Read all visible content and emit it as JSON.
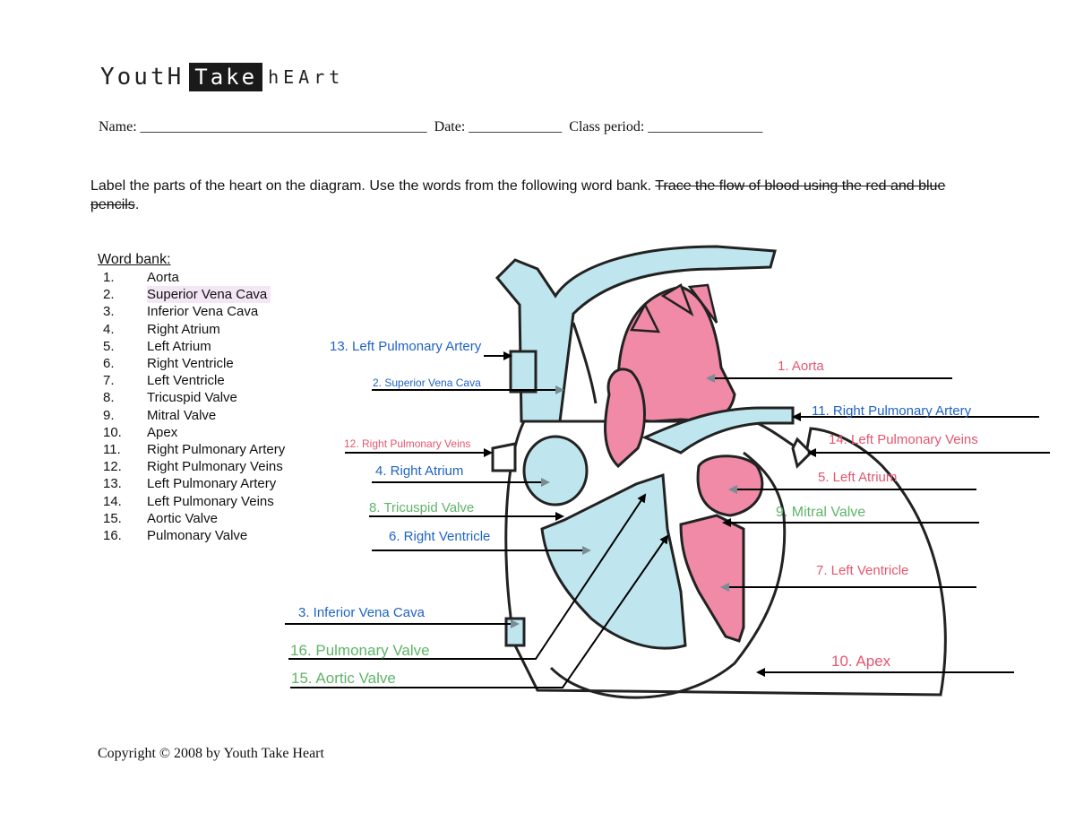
{
  "logo": {
    "youth": "YoutH",
    "take": "Take",
    "heart": "hEArt"
  },
  "name_row": "Name: ________________________________________  Date: _____________  Class period: ________________",
  "instructions": {
    "main": "Label the parts of the heart on the diagram.  Use the words from the following word bank. ",
    "struck": "Trace the flow of blood using the red and blue pencils",
    "end": "."
  },
  "word_bank": {
    "title": "Word bank:",
    "items": [
      {
        "num": "1.",
        "text": "Aorta"
      },
      {
        "num": "2.",
        "text": "Superior Vena Cava"
      },
      {
        "num": "3.",
        "text": "Inferior Vena Cava"
      },
      {
        "num": "4.",
        "text": "Right Atrium"
      },
      {
        "num": "5.",
        "text": "Left Atrium"
      },
      {
        "num": "6.",
        "text": "Right Ventricle"
      },
      {
        "num": "7.",
        "text": "Left Ventricle"
      },
      {
        "num": "8.",
        "text": "Tricuspid Valve"
      },
      {
        "num": "9.",
        "text": "Mitral Valve"
      },
      {
        "num": "10.",
        "text": "Apex"
      },
      {
        "num": "11.",
        "text": "Right Pulmonary Artery"
      },
      {
        "num": "12.",
        "text": "Right Pulmonary Veins"
      },
      {
        "num": "13.",
        "text": "Left Pulmonary Artery"
      },
      {
        "num": "14.",
        "text": "Left Pulmonary Veins"
      },
      {
        "num": "15.",
        "text": "Aortic Valve"
      },
      {
        "num": "16.",
        "text": "Pulmonary Valve"
      }
    ]
  },
  "labels": {
    "l13": "13. Left Pulmonary Artery",
    "l2": "2. Superior Vena Cava",
    "l12": "12. Right Pulmonary Veins",
    "l4": "4. Right Atrium",
    "l8": "8. Tricuspid Valve",
    "l6": "6. Right Ventricle",
    "l3": "3. Inferior Vena Cava",
    "l16": "16. Pulmonary Valve",
    "l15": "15. Aortic Valve",
    "l1": "1. Aorta",
    "l11": "11. Right Pulmonary Artery",
    "l14": "14. Left Pulmonary Veins",
    "l5": "5. Left Atrium",
    "l9": "9.  Mitral Valve",
    "l7": "7. Left Ventricle",
    "l10": "10. Apex"
  },
  "colors": {
    "blue_label": "#1f63c4",
    "red_label": "#e4566e",
    "green_label": "#5fb46a",
    "deoxygenated": "#bfe6ee",
    "oxygenated": "#f08aa6"
  },
  "copyright": "Copyright © 2008 by Youth Take Heart"
}
